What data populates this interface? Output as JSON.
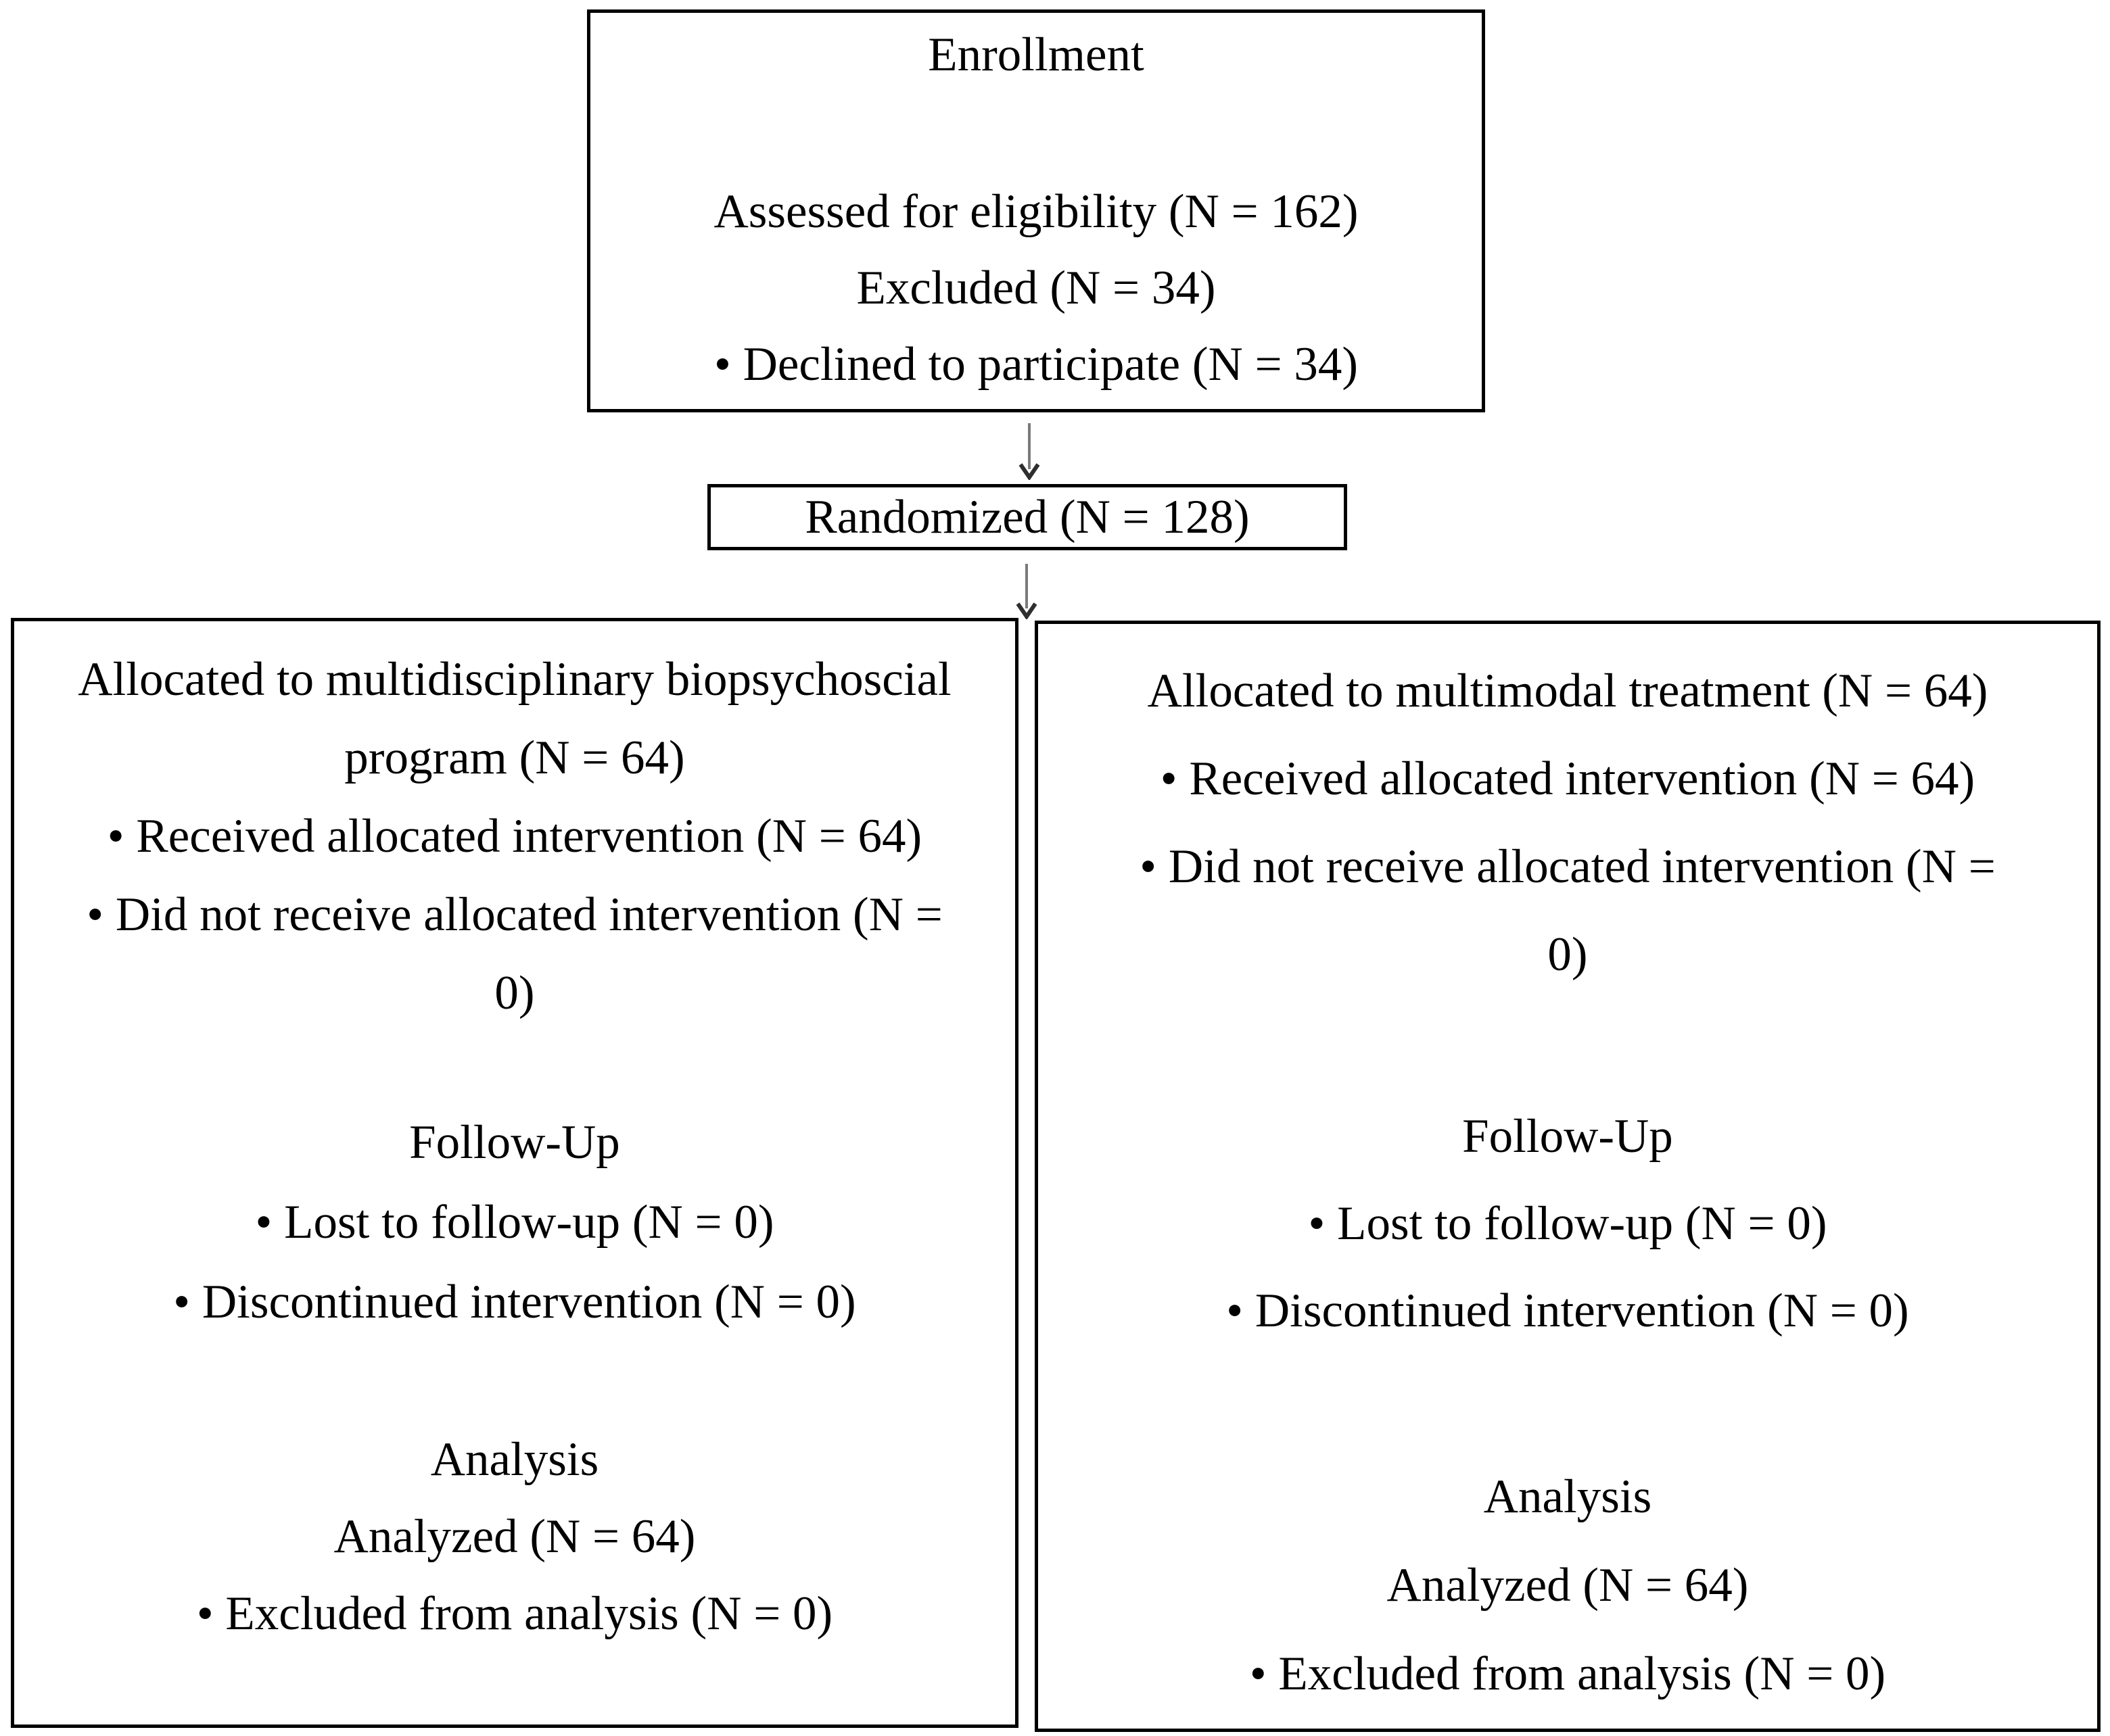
{
  "flowchart": {
    "enrollment": {
      "title": "Enrollment",
      "lines": [
        "Assessed for eligibility (N = 162)",
        "Excluded (N = 34)",
        "• Declined to participate (N = 34)"
      ]
    },
    "randomized": {
      "label": "Randomized (N = 128)"
    },
    "left_arm": {
      "allocation_lines": [
        "Allocated to multidisciplinary biopsychoscial",
        "program (N = 64)",
        "• Received allocated intervention (N = 64)",
        "• Did not receive allocated intervention (N =",
        "0)"
      ],
      "followup": {
        "title": "Follow-Up",
        "lines": [
          "• Lost to follow-up (N = 0)",
          "• Discontinued intervention (N = 0)"
        ]
      },
      "analysis": {
        "title": "Analysis",
        "lines": [
          "Analyzed (N = 64)",
          "• Excluded from analysis (N = 0)"
        ]
      }
    },
    "right_arm": {
      "allocation_lines": [
        "Allocated to multimodal treatment (N = 64)",
        "• Received allocated intervention (N = 64)",
        "• Did not receive allocated intervention (N =",
        "0)"
      ],
      "followup": {
        "title": "Follow-Up",
        "lines": [
          "• Lost to follow-up (N = 0)",
          "• Discontinued intervention (N = 0)"
        ]
      },
      "analysis": {
        "title": "Analysis",
        "lines": [
          "Analyzed (N = 64)",
          "• Excluded from analysis (N = 0)"
        ]
      }
    },
    "colors": {
      "border": "#000000",
      "text": "#000000",
      "arrow_shaft": "#7a7a7a",
      "arrow_head": "#2e2e2e"
    }
  }
}
